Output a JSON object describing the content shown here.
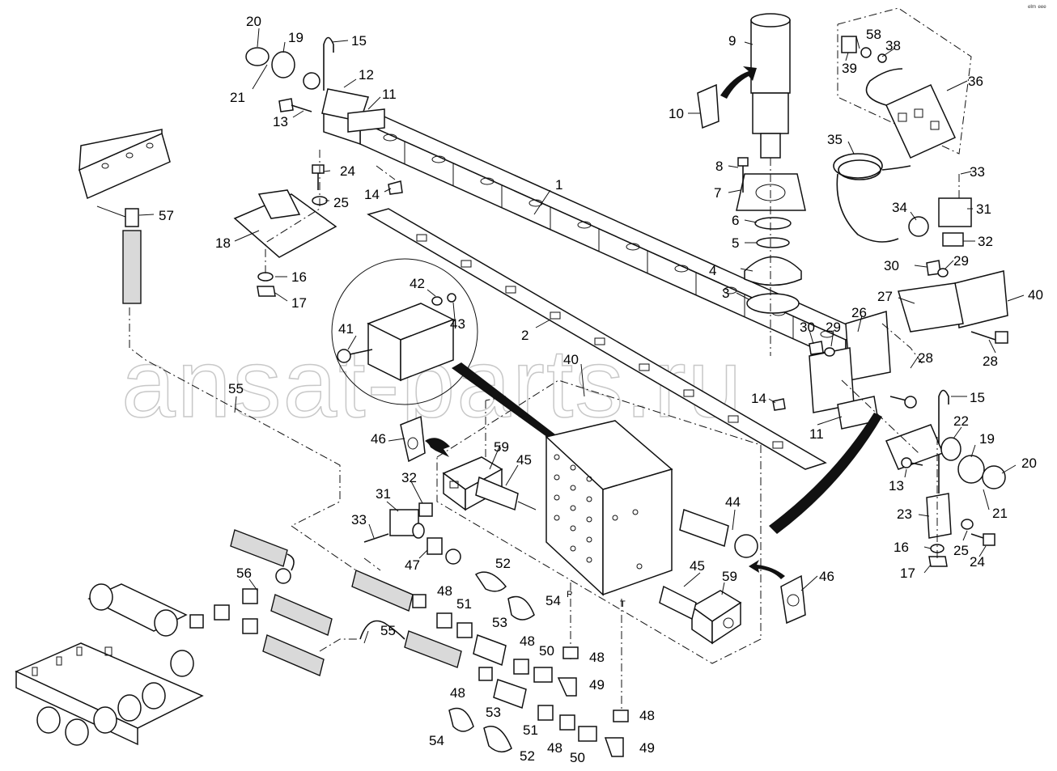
{
  "watermark": "ansat-parts.ru",
  "corner_mark": "ᵉᴵᵐ ᵉᵉᵉ",
  "port_labels": {
    "p": "P",
    "t": "T"
  },
  "callouts": [
    {
      "id": "c1",
      "label": "1"
    },
    {
      "id": "c2",
      "label": "2"
    },
    {
      "id": "c3",
      "label": "3"
    },
    {
      "id": "c4",
      "label": "4"
    },
    {
      "id": "c5",
      "label": "5"
    },
    {
      "id": "c6",
      "label": "6"
    },
    {
      "id": "c7",
      "label": "7"
    },
    {
      "id": "c8",
      "label": "8"
    },
    {
      "id": "c9",
      "label": "9"
    },
    {
      "id": "c10",
      "label": "10"
    },
    {
      "id": "c11a",
      "label": "11"
    },
    {
      "id": "c11b",
      "label": "11"
    },
    {
      "id": "c12",
      "label": "12"
    },
    {
      "id": "c13a",
      "label": "13"
    },
    {
      "id": "c13b",
      "label": "13"
    },
    {
      "id": "c14a",
      "label": "14"
    },
    {
      "id": "c14b",
      "label": "14"
    },
    {
      "id": "c15a",
      "label": "15"
    },
    {
      "id": "c15b",
      "label": "15"
    },
    {
      "id": "c16a",
      "label": "16"
    },
    {
      "id": "c16b",
      "label": "16"
    },
    {
      "id": "c17a",
      "label": "17"
    },
    {
      "id": "c17b",
      "label": "17"
    },
    {
      "id": "c18",
      "label": "18"
    },
    {
      "id": "c19a",
      "label": "19"
    },
    {
      "id": "c19b",
      "label": "19"
    },
    {
      "id": "c20a",
      "label": "20"
    },
    {
      "id": "c20b",
      "label": "20"
    },
    {
      "id": "c21a",
      "label": "21"
    },
    {
      "id": "c21b",
      "label": "21"
    },
    {
      "id": "c22",
      "label": "22"
    },
    {
      "id": "c23",
      "label": "23"
    },
    {
      "id": "c24a",
      "label": "24"
    },
    {
      "id": "c24b",
      "label": "24"
    },
    {
      "id": "c25a",
      "label": "25"
    },
    {
      "id": "c25b",
      "label": "25"
    },
    {
      "id": "c26",
      "label": "26"
    },
    {
      "id": "c27",
      "label": "27"
    },
    {
      "id": "c28a",
      "label": "28"
    },
    {
      "id": "c28b",
      "label": "28"
    },
    {
      "id": "c29a",
      "label": "29"
    },
    {
      "id": "c29b",
      "label": "29"
    },
    {
      "id": "c30a",
      "label": "30"
    },
    {
      "id": "c30b",
      "label": "30"
    },
    {
      "id": "c31a",
      "label": "31"
    },
    {
      "id": "c31b",
      "label": "31"
    },
    {
      "id": "c32a",
      "label": "32"
    },
    {
      "id": "c32b",
      "label": "32"
    },
    {
      "id": "c33a",
      "label": "33"
    },
    {
      "id": "c33b",
      "label": "33"
    },
    {
      "id": "c34",
      "label": "34"
    },
    {
      "id": "c35",
      "label": "35"
    },
    {
      "id": "c36",
      "label": "36"
    },
    {
      "id": "c38",
      "label": "38"
    },
    {
      "id": "c39",
      "label": "39"
    },
    {
      "id": "c40a",
      "label": "40"
    },
    {
      "id": "c40b",
      "label": "40"
    },
    {
      "id": "c41",
      "label": "41"
    },
    {
      "id": "c42",
      "label": "42"
    },
    {
      "id": "c43",
      "label": "43"
    },
    {
      "id": "c44",
      "label": "44"
    },
    {
      "id": "c45a",
      "label": "45"
    },
    {
      "id": "c45b",
      "label": "45"
    },
    {
      "id": "c46a",
      "label": "46"
    },
    {
      "id": "c46b",
      "label": "46"
    },
    {
      "id": "c47",
      "label": "47"
    },
    {
      "id": "c48a",
      "label": "48"
    },
    {
      "id": "c48b",
      "label": "48"
    },
    {
      "id": "c48c",
      "label": "48"
    },
    {
      "id": "c48d",
      "label": "48"
    },
    {
      "id": "c48e",
      "label": "48"
    },
    {
      "id": "c48f",
      "label": "48"
    },
    {
      "id": "c49a",
      "label": "49"
    },
    {
      "id": "c49b",
      "label": "49"
    },
    {
      "id": "c50a",
      "label": "50"
    },
    {
      "id": "c50b",
      "label": "50"
    },
    {
      "id": "c51a",
      "label": "51"
    },
    {
      "id": "c51b",
      "label": "51"
    },
    {
      "id": "c52a",
      "label": "52"
    },
    {
      "id": "c52b",
      "label": "52"
    },
    {
      "id": "c53a",
      "label": "53"
    },
    {
      "id": "c53b",
      "label": "53"
    },
    {
      "id": "c54a",
      "label": "54"
    },
    {
      "id": "c54b",
      "label": "54"
    },
    {
      "id": "c55a",
      "label": "55"
    },
    {
      "id": "c55b",
      "label": "55"
    },
    {
      "id": "c56",
      "label": "56"
    },
    {
      "id": "c57",
      "label": "57"
    },
    {
      "id": "c58",
      "label": "58"
    },
    {
      "id": "c59a",
      "label": "59"
    },
    {
      "id": "c59b",
      "label": "59"
    }
  ]
}
